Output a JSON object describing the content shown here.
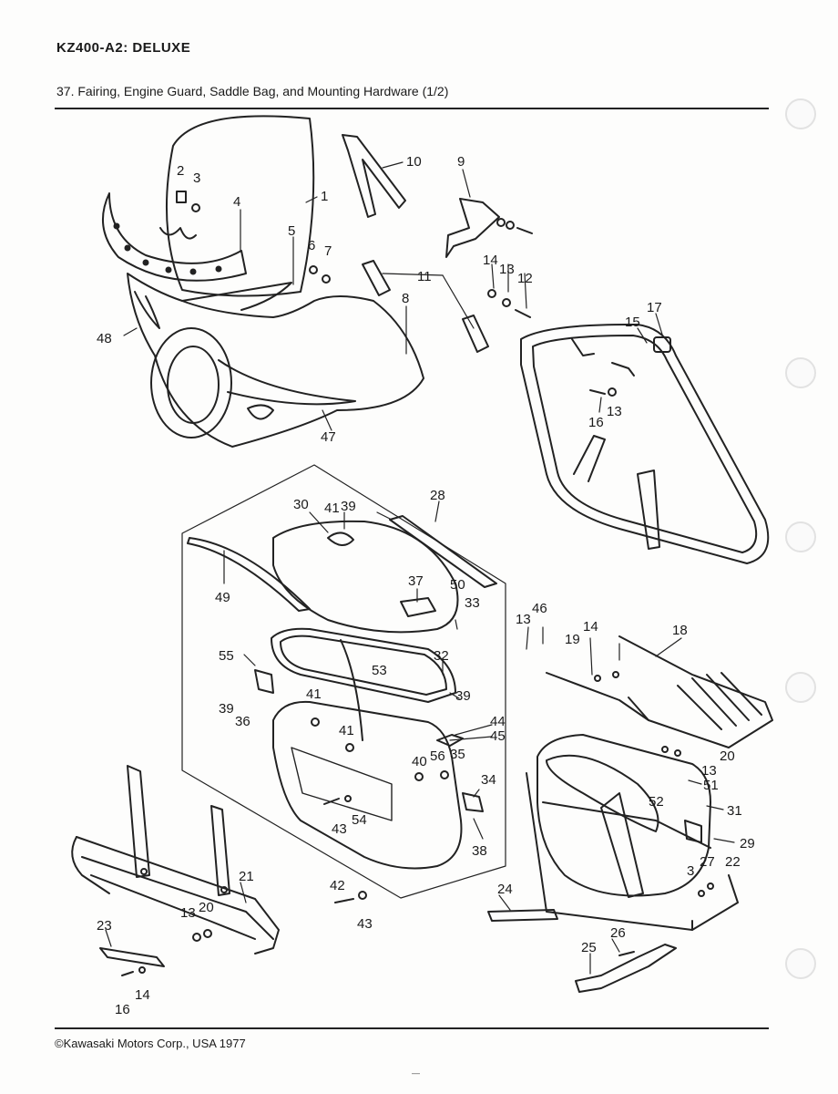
{
  "header": {
    "model": "KZ400-A2: DELUXE",
    "section_title": "37. Fairing, Engine Guard, Saddle Bag, and Mounting Hardware (1/2)"
  },
  "footer": {
    "copyright": "©Kawasaki Motors Corp., USA 1977",
    "page_number": "—"
  },
  "callouts": {
    "c1": "1",
    "c2": "2",
    "c3": "3",
    "c4": "4",
    "c5": "5",
    "c6": "6",
    "c7": "7",
    "c8": "8",
    "c9": "9",
    "c10": "10",
    "c11": "11",
    "c12": "12",
    "c13": "13",
    "c14": "14",
    "c47": "47",
    "c48": "48",
    "c15": "15",
    "c17": "17",
    "c16b": "16",
    "c13b": "13",
    "c30": "30",
    "c41a": "41",
    "c39a": "39",
    "c28": "28",
    "c49": "49",
    "c37": "37",
    "c50": "50",
    "c33": "33",
    "c55": "55",
    "c53": "53",
    "c32": "32",
    "c39b": "39",
    "c39c": "39",
    "c36": "36",
    "c41b": "41",
    "c41c": "41",
    "c44": "44",
    "c45": "45",
    "c35": "35",
    "c56": "56",
    "c40": "40",
    "c34": "34",
    "c43a": "43",
    "c54": "54",
    "c38": "38",
    "c42": "42",
    "c43b": "43",
    "c13c": "13",
    "c46": "46",
    "c19": "19",
    "c14b": "14",
    "c18": "18",
    "c20": "20",
    "c13d": "13",
    "c51": "51",
    "c52": "52",
    "c31": "31",
    "c29": "29",
    "c3b": "3",
    "c27": "27",
    "c22": "22",
    "c21": "21",
    "c13e": "13",
    "c20b": "20",
    "c23": "23",
    "c16": "16",
    "c14c": "14",
    "c24": "24",
    "c25": "25",
    "c26": "26"
  }
}
